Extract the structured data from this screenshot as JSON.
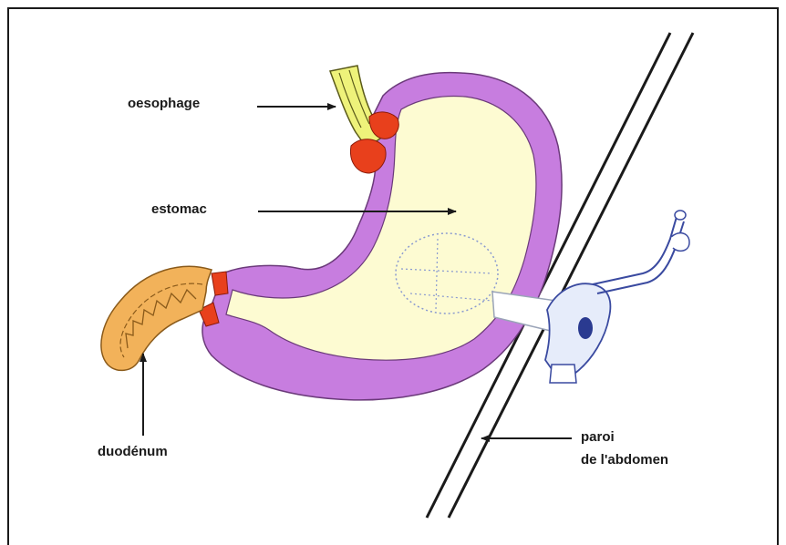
{
  "labels": {
    "oesophage": "oesophage",
    "estomac": "estomac",
    "duodenum": "duodénum",
    "paroi_line1": "paroi",
    "paroi_line2": "de l'abdomen"
  },
  "colors": {
    "stomach_wall": "#c77ddf",
    "stomach_wall_stroke": "#6b3a7a",
    "stomach_lumen": "#fdfbd2",
    "sphincter": "#e8401c",
    "oesophagus": "#eef27a",
    "duodenum": "#f2b25a",
    "device_outline": "#3a4aa0",
    "balloon_dots": "#8a9ad0"
  },
  "icons": {
    "arrow": "arrow-right-icon",
    "feeding_tube": "gastrostomy-button-icon",
    "balloon": "balloon-icon"
  }
}
